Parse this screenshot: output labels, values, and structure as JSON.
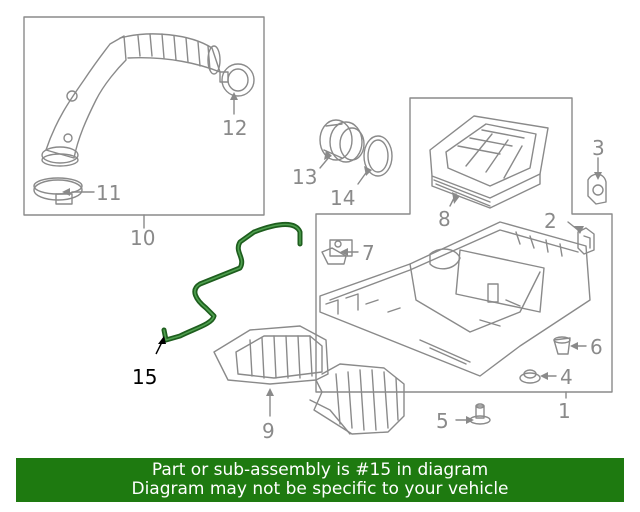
{
  "callouts": {
    "c1": "1",
    "c2": "2",
    "c3": "3",
    "c4": "4",
    "c5": "5",
    "c6": "6",
    "c7": "7",
    "c8": "8",
    "c9": "9",
    "c10": "10",
    "c11": "11",
    "c12": "12",
    "c13": "13",
    "c14": "14",
    "c15": "15"
  },
  "highlight_part": "15",
  "colors": {
    "line": "#8a8a8a",
    "highlight": "#1e5e1e",
    "banner": "#1e7a10",
    "banner_text": "#ffffff"
  },
  "banner": {
    "line1": "Part or sub-assembly is #15 in diagram",
    "line2": "Diagram may not be specific to your vehicle"
  }
}
